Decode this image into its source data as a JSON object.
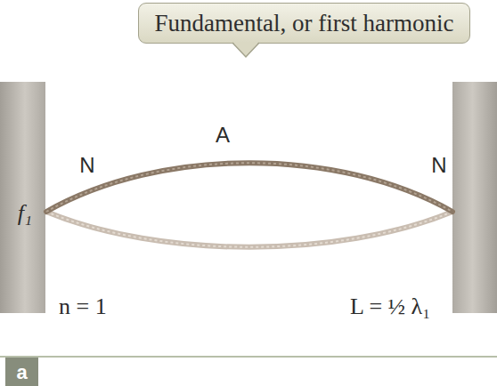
{
  "diagram": {
    "nodes": [
      {
        "text": [
          "Fundamental, or first harmonic"
        ]
      },
      {
        "text": [
          "a"
        ]
      }
    ],
    "labels": [
      "A",
      "N",
      "N",
      "f₁",
      "n = 1",
      "L = ½ λ₁"
    ]
  }
}
